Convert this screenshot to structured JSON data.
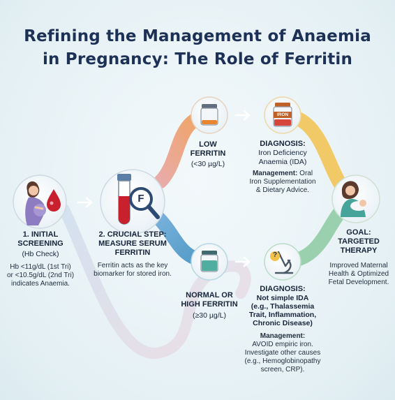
{
  "title": {
    "line1": "Refining the Management of Anaemia",
    "line2": "in Pregnancy: The Role of Ferritin"
  },
  "step1": {
    "heading_line1": "1. INITIAL",
    "heading_line2": "SCREENING",
    "subheading": "(Hb Check)",
    "body_line1": "Hb <11g/dL (1st Tri)",
    "body_line2": "or <10.5g/dL (2nd Tri)",
    "body_line3": "indicates Anaemia."
  },
  "step2": {
    "heading_line1": "2. CRUCIAL STEP:",
    "heading_line2": "MEASURE SERUM",
    "heading_line3": "FERRITIN",
    "body_line1": "Ferritin acts as the key",
    "body_line2": "biomarker for stored iron.",
    "magnifier_letter": "F"
  },
  "low": {
    "heading_line1": "LOW",
    "heading_line2": "FERRITIN",
    "range": "(<30 µg/L)"
  },
  "ida": {
    "heading": "DIAGNOSIS:",
    "sub_line1": "Iron Deficiency",
    "sub_line2": "Anaemia (IDA)",
    "mgmt_label": "Management:",
    "mgmt_line1_rest": " Oral",
    "mgmt_line2": "Iron Supplementation",
    "mgmt_line3": "& Dietary Advice.",
    "jar_label": "IRON"
  },
  "normal": {
    "heading_line1": "NORMAL OR",
    "heading_line2": "HIGH FERRITIN",
    "range": "(≥30 µg/L)"
  },
  "notida": {
    "heading": "DIAGNOSIS:",
    "sub_line1": "Not simple IDA",
    "sub_line2": "(e.g., Thalassemia",
    "sub_line3": "Trait, Inflammation,",
    "sub_line4": "Chronic Disease)",
    "mgmt_label": "Management:",
    "mgmt_line1": "AVOID empiric iron.",
    "mgmt_line2": "Investigate other causes",
    "mgmt_line3": "(e.g., Hemoglobinopathy",
    "mgmt_line4": "screen, CRP).",
    "question_mark": "?"
  },
  "goal": {
    "heading_line1": "GOAL:",
    "heading_line2": "TARGETED",
    "heading_line3": "THERAPY",
    "body_line1": "Improved Maternal",
    "body_line2": "Health & Optimized",
    "body_line3": "Fetal Development."
  },
  "colors": {
    "title": "#1d3157",
    "flow_blue": "#4f86bf",
    "flow_orange": "#ef9a4f",
    "flow_yellow": "#f2c14c",
    "flow_green": "#8cc9a0",
    "blood_red": "#c8202c"
  },
  "icons": [
    "pregnant-woman-icon",
    "blood-drop-icon",
    "blood-tube-icon",
    "magnifier-icon",
    "empty-jar-icon",
    "iron-jar-icon",
    "specimen-jar-icon",
    "microscope-icon",
    "question-mark-icon",
    "mother-baby-icon",
    "arrow-right-icon"
  ]
}
